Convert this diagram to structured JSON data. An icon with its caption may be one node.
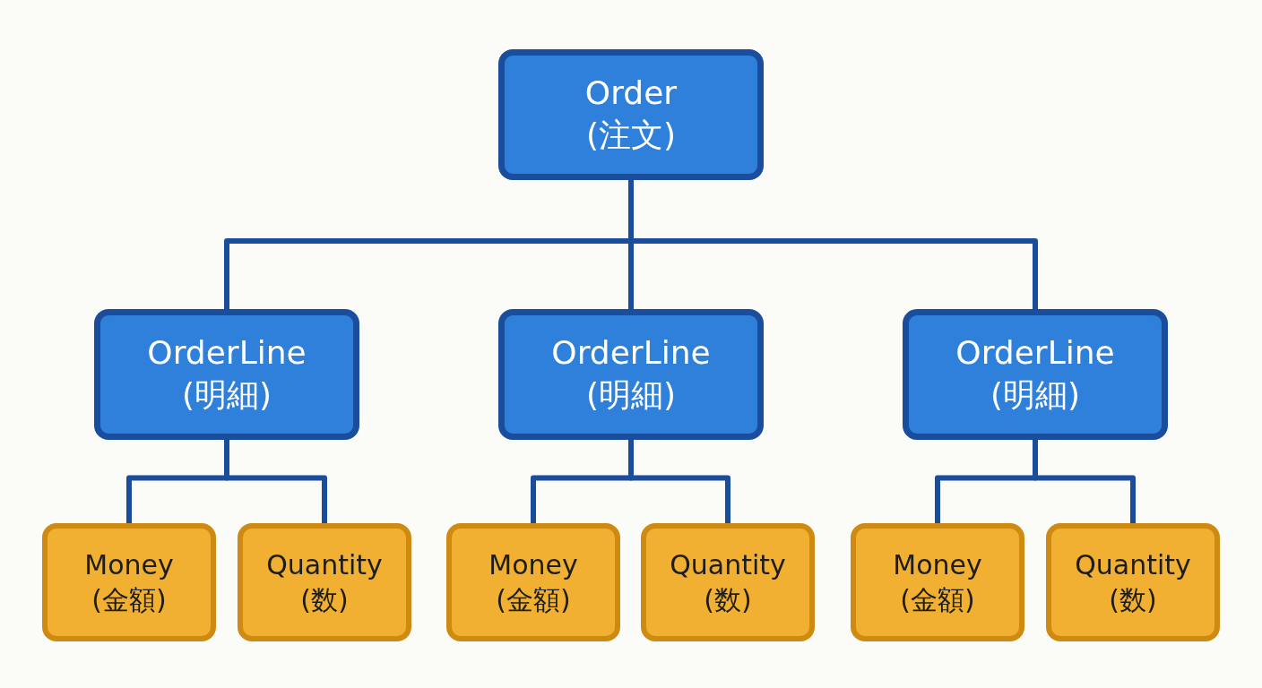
{
  "diagram": {
    "nodes": [
      {
        "text": [
          "Order (注文)"
        ]
      },
      {
        "text": [
          "OrderLine (明細)"
        ]
      },
      {
        "text": [
          "OrderLine (明細)"
        ]
      },
      {
        "text": [
          "OrderLine (明細)"
        ]
      },
      {
        "text": [
          "Money (金額)"
        ]
      },
      {
        "text": [
          "Quantity (数)"
        ]
      },
      {
        "text": [
          "Money (金額)"
        ]
      },
      {
        "text": [
          "Quantity (数)"
        ]
      },
      {
        "text": [
          "Money (金額)"
        ]
      },
      {
        "text": [
          "Quantity (数)"
        ]
      }
    ],
    "edges": [
      {
        "from": 0,
        "to": 1,
        "arrow": "none"
      },
      {
        "from": 0,
        "to": 2,
        "arrow": "none"
      },
      {
        "from": 0,
        "to": 3,
        "arrow": "none"
      },
      {
        "from": 1,
        "to": 4,
        "arrow": "none"
      },
      {
        "from": 1,
        "to": 5,
        "arrow": "none"
      },
      {
        "from": 2,
        "to": 6,
        "arrow": "none"
      },
      {
        "from": 2,
        "to": 7,
        "arrow": "none"
      },
      {
        "from": 3,
        "to": 8,
        "arrow": "none"
      },
      {
        "from": 3,
        "to": 9,
        "arrow": "none"
      }
    ]
  }
}
